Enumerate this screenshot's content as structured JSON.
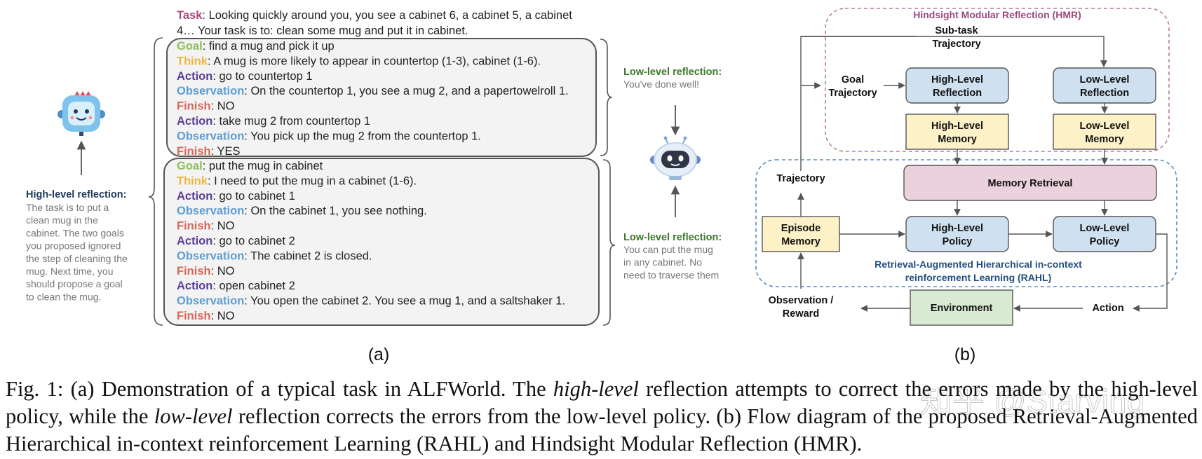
{
  "panel_a": {
    "task": {
      "label": "Task",
      "line1": "Looking quickly around you, you see a cabinet 6, a cabinet 5, a cabinet",
      "line2": "4… Your task is to: clean some mug and put it in cabinet."
    },
    "block1": [
      {
        "key": "Goal",
        "text": "find a mug and pick it up"
      },
      {
        "key": "Think",
        "text": "A mug is more likely to appear in countertop (1-3), cabinet (1-6)."
      },
      {
        "key": "Action",
        "text": "go to countertop 1"
      },
      {
        "key": "Observation",
        "text": "On the countertop 1, you see a mug 2, and a papertowelroll 1."
      },
      {
        "key": "Finish",
        "text": "NO"
      },
      {
        "key": "Action",
        "text": "take mug 2 from countertop 1"
      },
      {
        "key": "Observation",
        "text": "You pick up the mug 2 from the countertop 1."
      },
      {
        "key": "Finish",
        "text": "YES"
      }
    ],
    "block2": [
      {
        "key": "Goal",
        "text": "put the mug in cabinet"
      },
      {
        "key": "Think",
        "text": "I need to put the mug in a cabinet (1-6)."
      },
      {
        "key": "Action",
        "text": "go to cabinet 1"
      },
      {
        "key": "Observation",
        "text": "On the cabinet 1, you see nothing."
      },
      {
        "key": "Finish",
        "text": "NO"
      },
      {
        "key": "Action",
        "text": "go to cabinet 2"
      },
      {
        "key": "Observation",
        "text": "The cabinet 2 is closed."
      },
      {
        "key": "Finish",
        "text": "NO"
      },
      {
        "key": "Action",
        "text": "open cabinet 2"
      },
      {
        "key": "Observation",
        "text": "You open the cabinet 2. You see a mug 1, and a saltshaker 1."
      },
      {
        "key": "Finish",
        "text": "NO"
      }
    ],
    "high_reflection": {
      "title": "High-level reflection",
      "suffix": ":",
      "lines": [
        "The task is to put a",
        "clean mug in the",
        "cabinet. The two goals",
        "you proposed ignored",
        "the step of cleaning the",
        "mug. Next time, you",
        "should propose a goal",
        "to clean the mug."
      ]
    },
    "low_reflection_1": {
      "title": "Low-level reflection:",
      "lines": [
        "You've done well!"
      ]
    },
    "low_reflection_2": {
      "title": "Low-level reflection:",
      "lines": [
        "You can put the mug",
        "in any cabinet. No",
        "need to traverse them"
      ]
    },
    "sublabel": "(a)"
  },
  "panel_b": {
    "hmr_title": "Hindsight Modular Reflection (HMR)",
    "rahl_title": [
      "Retrieval-Augmented Hierarchical in-context",
      "reinforcement Learning (RAHL)"
    ],
    "boxes": {
      "high_reflection": [
        "High-Level",
        "Reflection"
      ],
      "low_reflection": [
        "Low-Level",
        "Reflection"
      ],
      "high_memory": [
        "High-Level",
        "Memory"
      ],
      "low_memory": [
        "Low-Level",
        "Memory"
      ],
      "memory_retrieval": "Memory Retrieval",
      "episode_memory": [
        "Episode",
        "Memory"
      ],
      "high_policy": [
        "High-Level",
        "Policy"
      ],
      "low_policy": [
        "Low-Level",
        "Policy"
      ],
      "environment": "Environment"
    },
    "labels": {
      "subtask_traj": [
        "Sub-task",
        "Trajectory"
      ],
      "goal_traj": [
        "Goal",
        "Trajectory"
      ],
      "trajectory": "Trajectory",
      "obs_reward": [
        "Observation /",
        "Reward"
      ],
      "action": "Action"
    },
    "sublabel": "(b)"
  },
  "colors": {
    "task": "#a34d7e",
    "goal": "#8dbf5a",
    "think": "#e9b83f",
    "action": "#5b3f95",
    "observation": "#5f9dd0",
    "finish": "#d9675a",
    "high_reflection": "#1f3a5a",
    "low_reflection": "#3c7a2c",
    "hmr": "#9a4a7a",
    "rahl": "#234f82",
    "box_blue": "#cfe0f1",
    "box_yellow": "#fdf1c8",
    "box_pink": "#ead1dc",
    "box_green": "#d9ead3"
  },
  "caption": {
    "prefix": "Fig. 1: (a) Demonstration of a typical task in ALFWorld. The ",
    "em1": "high-level",
    "mid1": " reflection attempts to correct the errors made by the high-level policy, while the ",
    "em2": "low-level",
    "rest": " reflection corrects the errors from the low-level policy. (b) Flow diagram of the proposed Retrieval-Augmented Hierarchical in-context reinforcement Learning (RAHL) and Hindsight Modular Reflection (HMR)."
  },
  "watermark": "知乎 @Starving"
}
